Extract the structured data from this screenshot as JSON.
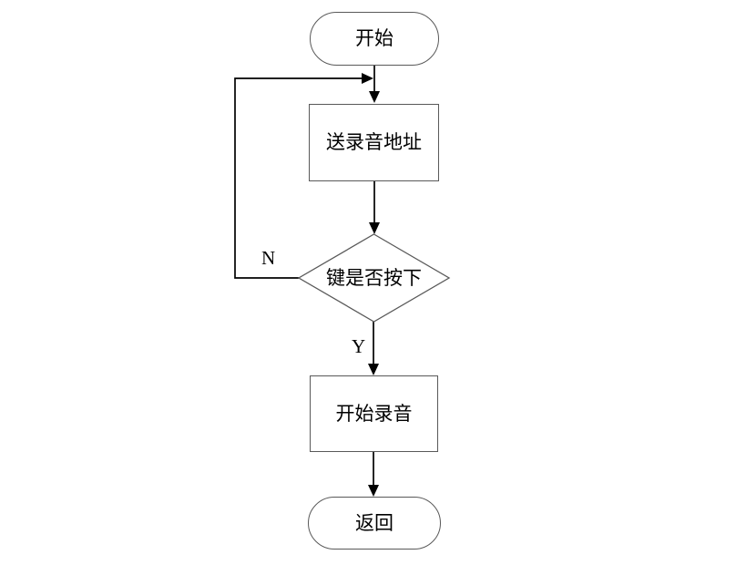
{
  "flowchart": {
    "nodes": {
      "start": "开始",
      "send_record_address": "送录音地址",
      "key_pressed_decision": "键是否按下",
      "start_recording": "开始录音",
      "return": "返回"
    },
    "branch_labels": {
      "no": "N",
      "yes": "Y"
    },
    "colors": {
      "background": "#ffffff",
      "shape_fill": "#ffffff",
      "shape_border": "#595959",
      "connector": "#000000",
      "text": "#000000"
    }
  }
}
